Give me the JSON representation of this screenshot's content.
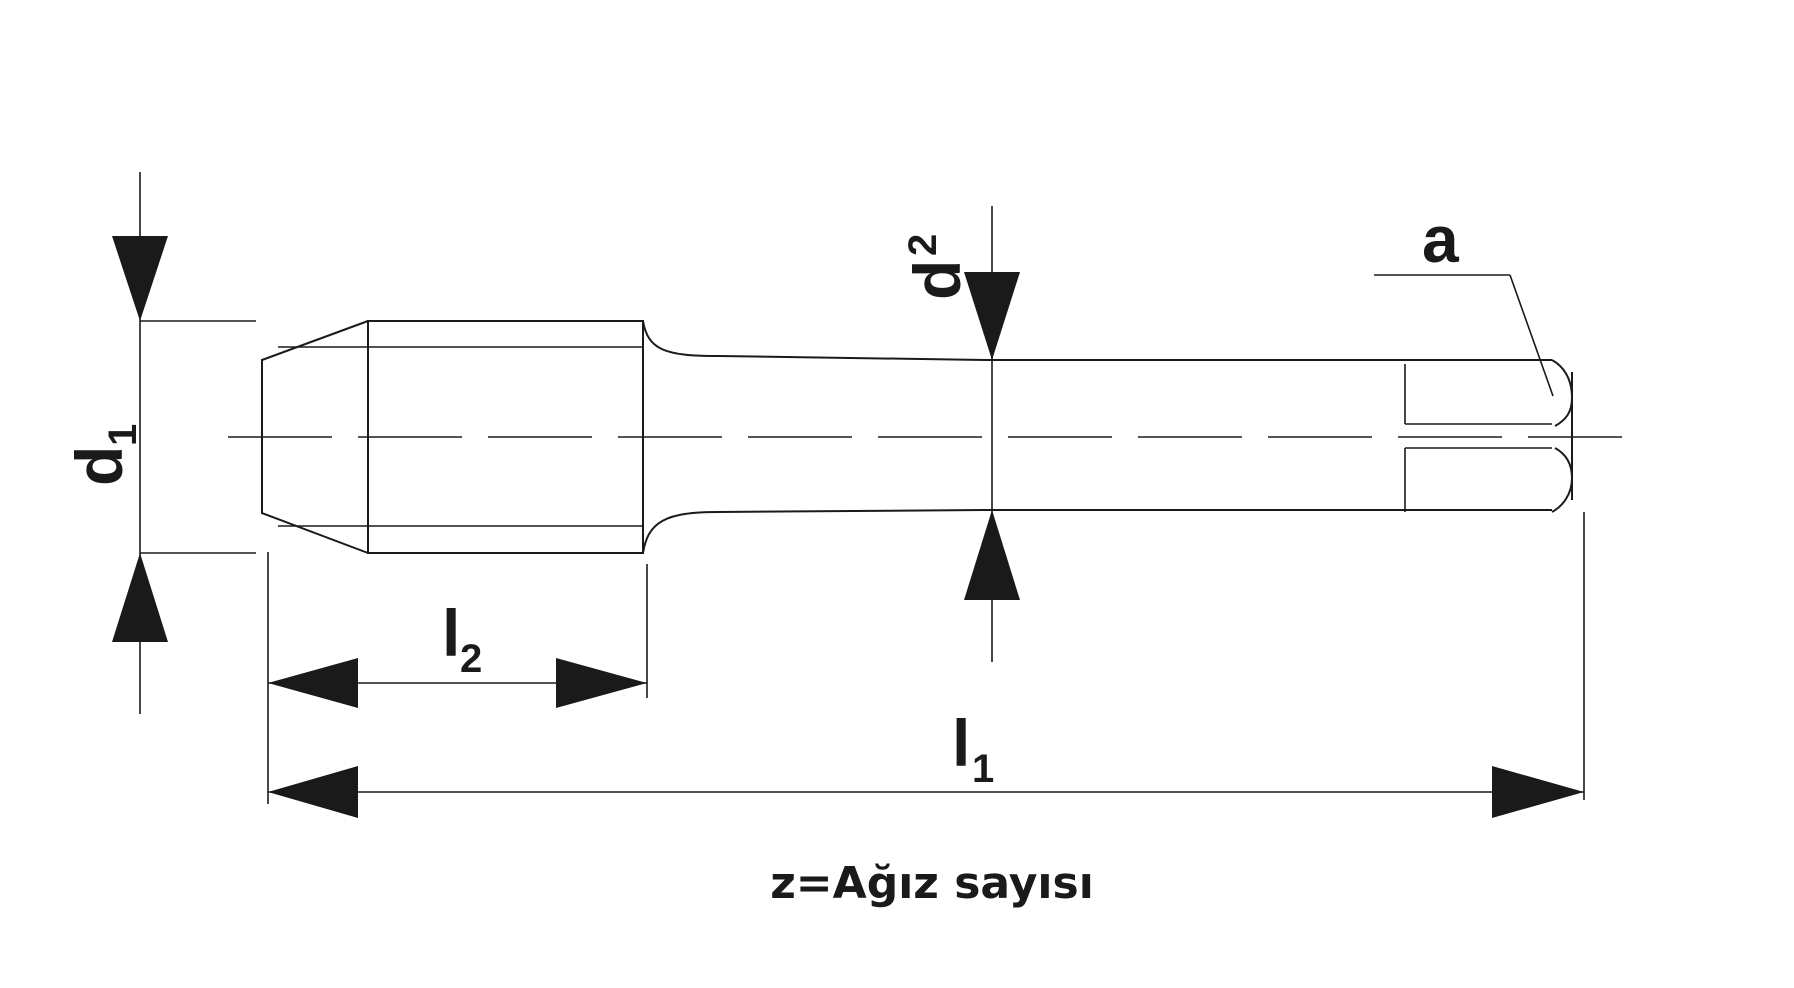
{
  "labels": {
    "d1": {
      "main": "d",
      "sub": "1"
    },
    "d2": {
      "main": "d",
      "sub": "2"
    },
    "l1": {
      "main": "l",
      "sub": "1"
    },
    "l2": {
      "main": "l",
      "sub": "2"
    },
    "a": "a"
  },
  "caption": "z=Ağız sayısı"
}
